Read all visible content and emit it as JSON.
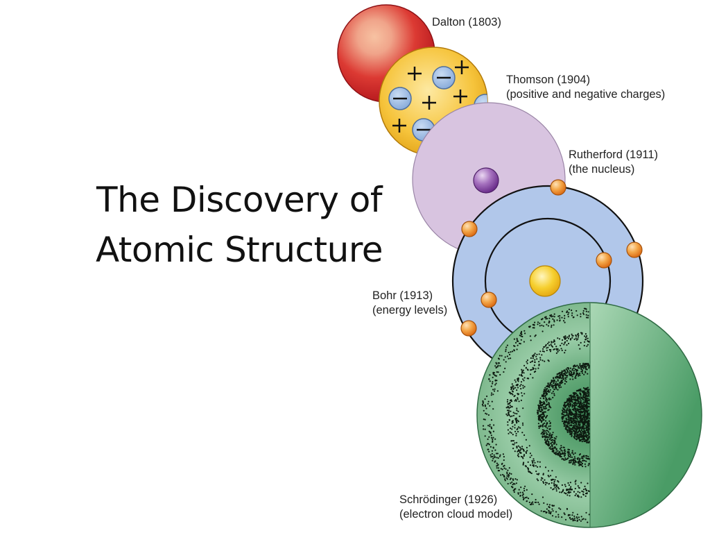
{
  "slide": {
    "title_line1": "The Discovery of",
    "title_line2": "Atomic Structure"
  },
  "models": [
    {
      "name": "Dalton (1803)",
      "desc": ""
    },
    {
      "name": "Thomson (1904)",
      "desc": "(positive and negative charges)"
    },
    {
      "name": "Rutherford (1911)",
      "desc": "(the nucleus)"
    },
    {
      "name": "Bohr (1913)",
      "desc": "(energy levels)"
    },
    {
      "name": "Schrödinger (1926)",
      "desc": "(electron cloud model)"
    }
  ],
  "colors": {
    "dalton": "#d8322e",
    "thomson": "#f2b31c",
    "rutherford": "#d9c3e0",
    "bohr": "#afc6ea",
    "schrodinger": "#7fc08f",
    "electron": "#f0902c",
    "nucleus_purple": "#8a4fa8",
    "nucleus_yellow": "#f4c21a"
  },
  "icons": {
    "plus": "plus-charge-icon",
    "minus": "minus-charge-icon"
  }
}
